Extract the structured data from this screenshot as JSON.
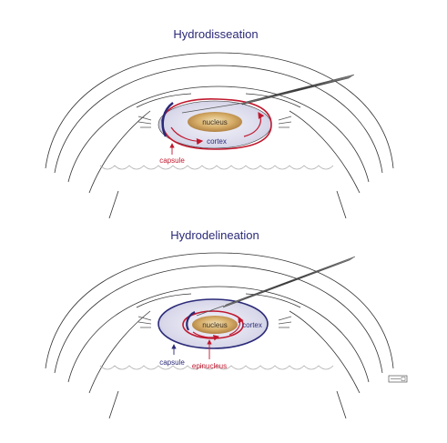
{
  "panels": {
    "top": {
      "title": "Hydrodisseation",
      "labels": {
        "nucleus": "nucleus",
        "cortex": "cortex",
        "capsule": "capsule"
      }
    },
    "bottom": {
      "title": "Hydrodelineation",
      "labels": {
        "nucleus": "nucleus",
        "cortex": "cortex",
        "capsule": "capsule",
        "epinucleus": "epinucleus"
      }
    }
  },
  "colors": {
    "title": "#2b2a78",
    "capsule_top": "#c0182e",
    "capsule_bottom": "#2b2a78",
    "arrow_red": "#c0182e",
    "cortex_fill": "#d3d3e8",
    "nucleus_fill": "#c8a060",
    "needle": "#505050",
    "outline": "#333333"
  },
  "icons": [
    "needle-cannula-icon",
    "scale-bar-icon"
  ]
}
